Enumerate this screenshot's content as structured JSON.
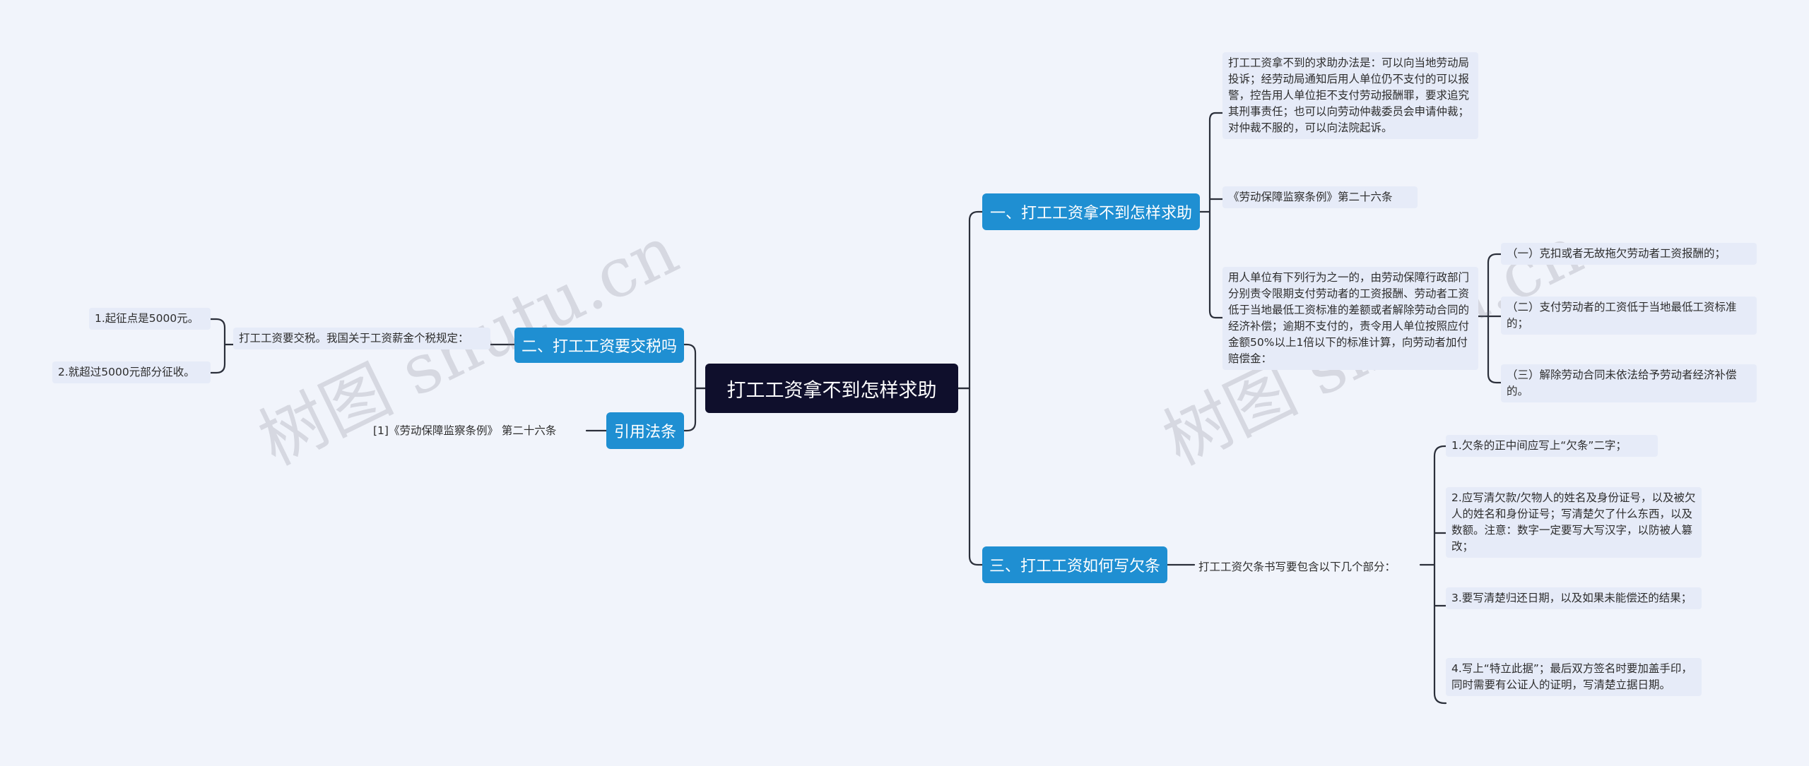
{
  "root": {
    "label": "打工工资拿不到怎样求助"
  },
  "branches": {
    "b1": {
      "label": "一、打工工资拿不到怎样求助"
    },
    "b2": {
      "label": "二、打工工资要交税吗"
    },
    "b3": {
      "label": "引用法条"
    },
    "b4": {
      "label": "三、打工工资如何写欠条"
    }
  },
  "b1_children": {
    "c1": "打工工资拿不到的求助办法是：可以向当地劳动局投诉；经劳动局通知后用人单位仍不支付的可以报警，控告用人单位拒不支付劳动报酬罪，要求追究其刑事责任；也可以向劳动仲裁委员会申请仲裁；对仲裁不服的，可以向法院起诉。",
    "c2": "《劳动保障监察条例》第二十六条",
    "c3": "用人单位有下列行为之一的，由劳动保障行政部门分别责令限期支付劳动者的工资报酬、劳动者工资低于当地最低工资标准的差额或者解除劳动合同的经济补偿；逾期不支付的，责令用人单位按照应付金额50%以上1倍以下的标准计算，向劳动者加付赔偿金："
  },
  "c3_children": [
    "（一）克扣或者无故拖欠劳动者工资报酬的；",
    "（二）支付劳动者的工资低于当地最低工资标准的；",
    "（三）解除劳动合同未依法给予劳动者经济补偿的。"
  ],
  "b2_child": "打工工资要交税。我国关于工资薪金个税规定：",
  "b2_grandchildren": [
    "1.起征点是5000元。",
    "2.就超过5000元部分征收。"
  ],
  "b3_child": "[1]《劳动保障监察条例》 第二十六条",
  "b4_child": "打工工资欠条书写要包含以下几个部分：",
  "b4_grandchildren": [
    "1.欠条的正中间应写上“欠条”二字；",
    "2.应写清欠款/欠物人的姓名及身份证号，以及被欠人的姓名和身份证号；写清楚欠了什么东西，以及数额。注意：数字一定要写大写汉字，以防被人篡改；",
    "3.要写清楚归还日期，以及如果未能偿还的结果；",
    "4.写上“特立此据”；最后双方签名时要加盖手印，同时需要有公证人的证明，写清楚立据日期。"
  ],
  "watermarks": [
    "树图 shutu.cn",
    "树图 shutu.cn"
  ]
}
